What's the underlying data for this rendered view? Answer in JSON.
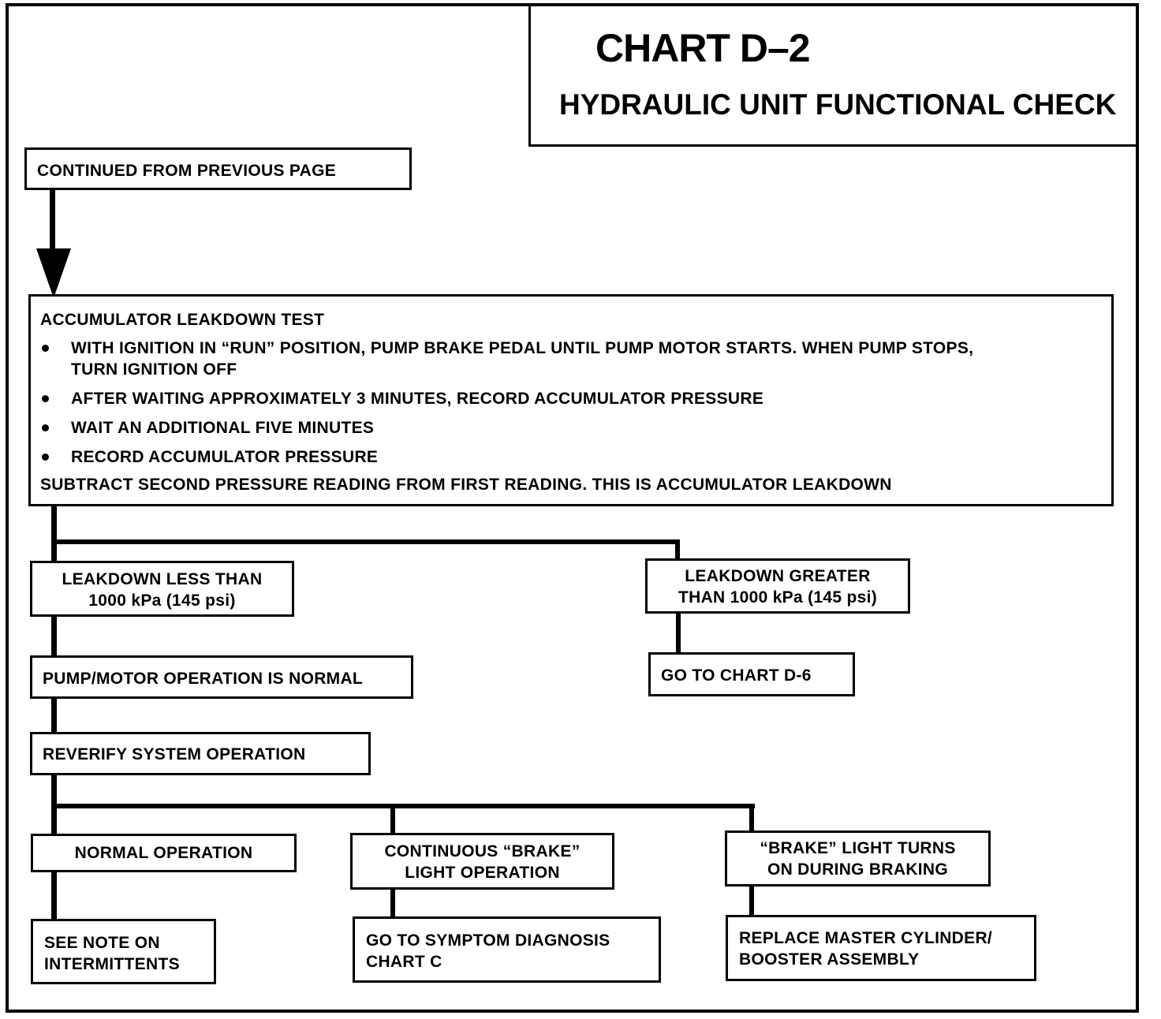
{
  "chart": {
    "title": "CHART D–2",
    "subtitle": "HYDRAULIC UNIT FUNCTIONAL CHECK"
  },
  "start": {
    "label": "CONTINUED FROM PREVIOUS  PAGE"
  },
  "test": {
    "title": "ACCUMULATOR LEAKDOWN TEST",
    "steps": [
      "WITH IGNITION IN “RUN” POSITION, PUMP BRAKE PEDAL UNTIL PUMP MOTOR STARTS. WHEN PUMP STOPS,\nTURN IGNITION OFF",
      "AFTER WAITING APPROXIMATELY 3 MINUTES, RECORD ACCUMULATOR PRESSURE",
      "WAIT AN ADDITIONAL FIVE MINUTES",
      "RECORD ACCUMULATOR PRESSURE"
    ],
    "summary": "SUBTRACT SECOND PRESSURE READING FROM FIRST READING. THIS IS ACCUMULATOR LEAKDOWN"
  },
  "branches": {
    "less": {
      "line1": "LEAKDOWN LESS THAN",
      "line2": "1000 kPa  (145 psi)"
    },
    "greater": {
      "line1": "LEAKDOWN GREATER",
      "line2": "THAN 1000 kPa  (145 psi)"
    }
  },
  "pump_normal": {
    "label": "PUMP/MOTOR OPERATION IS NORMAL"
  },
  "chart_d6": {
    "label": "GO TO CHART D-6"
  },
  "reverify": {
    "label": "REVERIFY SYSTEM OPERATION"
  },
  "outcomes": {
    "normal": {
      "label": "NORMAL OPERATION"
    },
    "continuous": {
      "line1": "CONTINUOUS “BRAKE”",
      "line2": "LIGHT OPERATION"
    },
    "braking": {
      "line1": "“BRAKE” LIGHT TURNS",
      "line2": "ON DURING BRAKING"
    }
  },
  "actions": {
    "intermittents": {
      "line1": "SEE NOTE ON",
      "line2": "INTERMITTENTS"
    },
    "chart_c": {
      "line1": "GO TO SYMPTOM DIAGNOSIS",
      "line2": "CHART C"
    },
    "replace": {
      "line1": "REPLACE MASTER CYLINDER/",
      "line2": "BOOSTER ASSEMBLY"
    }
  }
}
